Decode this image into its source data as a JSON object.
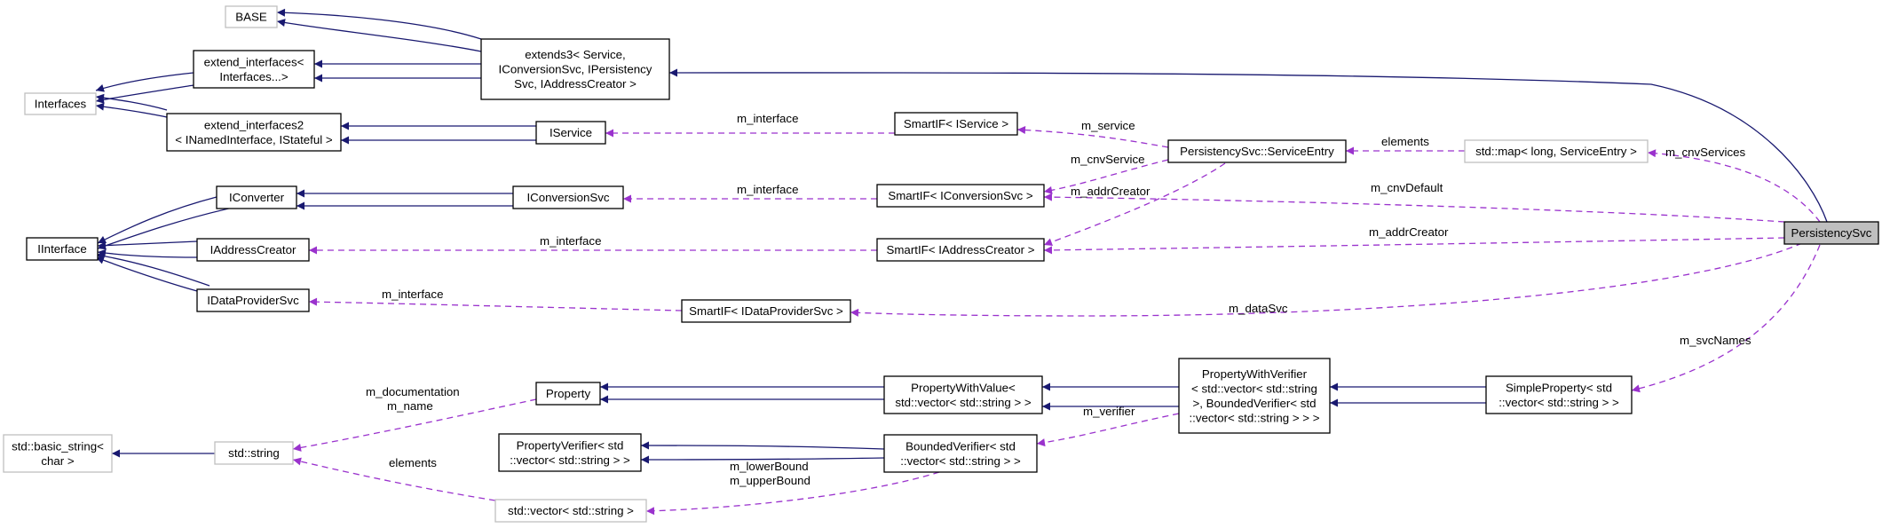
{
  "nodes": {
    "base": [
      "BASE"
    ],
    "interfaces": [
      "Interfaces"
    ],
    "extend_interfaces": [
      "extend_interfaces<",
      "Interfaces...>"
    ],
    "extends3": [
      "extends3< Service,",
      "IConversionSvc, IPersistency",
      "Svc, IAddressCreator >"
    ],
    "extend_interfaces2": [
      "extend_interfaces2",
      "< INamedInterface, IStateful >"
    ],
    "iservice": [
      "IService"
    ],
    "smartif_iservice": [
      "SmartIF< IService >"
    ],
    "service_entry": [
      "PersistencySvc::ServiceEntry"
    ],
    "std_map": [
      "std::map< long, ServiceEntry >"
    ],
    "iinterface": [
      "IInterface"
    ],
    "iconverter": [
      "IConverter"
    ],
    "iconversionsvc": [
      "IConversionSvc"
    ],
    "smartif_iconversionsvc": [
      "SmartIF< IConversionSvc >"
    ],
    "iaddresscreator": [
      "IAddressCreator"
    ],
    "smartif_iaddresscreator": [
      "SmartIF< IAddressCreator >"
    ],
    "persistencysvc": [
      "PersistencySvc"
    ],
    "idataprovidersvc": [
      "IDataProviderSvc"
    ],
    "smartif_idataprovidersvc": [
      "SmartIF< IDataProviderSvc >"
    ],
    "property": [
      "Property"
    ],
    "propertywithvalue": [
      "PropertyWithValue<",
      "std::vector< std::string > >"
    ],
    "propertywithverifier": [
      "PropertyWithVerifier",
      "< std::vector< std::string",
      " >, BoundedVerifier< std",
      "::vector< std::string > > >"
    ],
    "simpleproperty": [
      "SimpleProperty< std",
      "::vector< std::string > >"
    ],
    "basic_string": [
      "std::basic_string<",
      "char >"
    ],
    "std_string": [
      "std::string"
    ],
    "propertyverifier": [
      "PropertyVerifier< std",
      "::vector< std::string > >"
    ],
    "boundedverifier": [
      "BoundedVerifier< std",
      "::vector< std::string > >"
    ],
    "std_vector": [
      "std::vector< std::string >"
    ]
  },
  "edge_labels": {
    "m_interface_service": "m_interface",
    "m_service": "m_service",
    "elements_map": "elements",
    "m_cnvServices": "m_cnvServices",
    "m_interface_conv": "m_interface",
    "m_cnvService": "m_cnvService",
    "m_addrCreator_entry": "m_addrCreator",
    "m_cnvDefault": "m_cnvDefault",
    "m_interface_addr": "m_interface",
    "m_addrCreator": "m_addrCreator",
    "m_interface_data": "m_interface",
    "m_dataSvc": "m_dataSvc",
    "m_svcNames": "m_svcNames",
    "m_documentation": "m_documentation",
    "m_name": "m_name",
    "m_verifier": "m_verifier",
    "elements_vector": "elements",
    "m_lowerBound": "m_lowerBound",
    "m_upperBound": "m_upperBound"
  },
  "colors": {
    "inheritance": "#191970",
    "usage": "#9a32cd",
    "external_border": "#bfbfbf",
    "focus_fill": "#bfbfbf"
  }
}
